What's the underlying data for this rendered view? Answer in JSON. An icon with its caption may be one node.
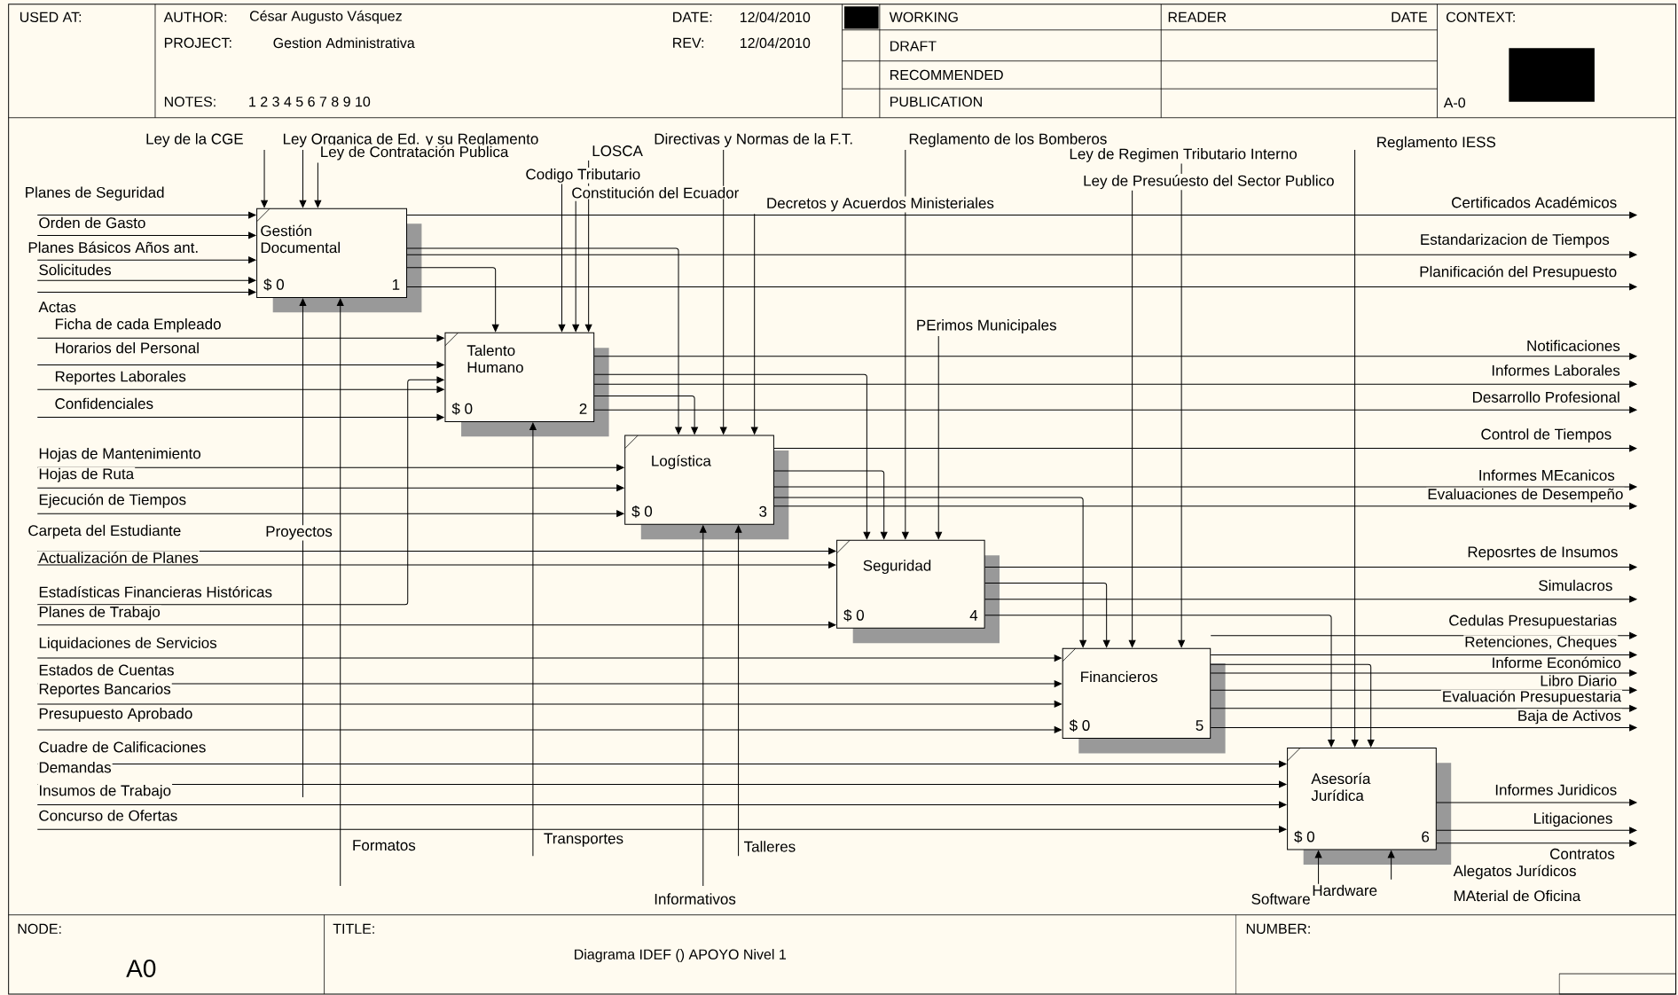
{
  "diagram": {
    "title": "Diagrama IDEF () APOYO Nivel 1",
    "nodes": [
      {
        "text": [
          "Gestión Documental",
          "$ 0",
          "1"
        ]
      },
      {
        "text": [
          "Talento Humano",
          "$ 0",
          "2"
        ]
      },
      {
        "text": [
          "Logística",
          "$ 0",
          "3"
        ]
      },
      {
        "text": [
          "Seguridad",
          "$ 0",
          "4"
        ]
      },
      {
        "text": [
          "Financieros",
          "$ 0",
          "5"
        ]
      },
      {
        "text": [
          "Asesoría Jurídica",
          "$ 0",
          "6"
        ]
      }
    ],
    "edges": [
      {
        "from": null,
        "to": 0,
        "arrow": "to",
        "label": "Planes de Seguridad"
      },
      {
        "from": null,
        "to": 0,
        "arrow": "to",
        "label": "Orden de Gasto"
      },
      {
        "from": null,
        "to": 0,
        "arrow": "to",
        "label": "Planes Básicos Años ant."
      },
      {
        "from": null,
        "to": 0,
        "arrow": "to",
        "label": "Solicitudes"
      },
      {
        "from": null,
        "to": 0,
        "arrow": "to",
        "label": "Actas"
      },
      {
        "from": null,
        "to": 1,
        "arrow": "to",
        "label": "Ficha de cada Empleado"
      },
      {
        "from": null,
        "to": 1,
        "arrow": "to",
        "label": "Horarios del Personal"
      },
      {
        "from": null,
        "to": 1,
        "arrow": "to",
        "label": "Reportes Laborales"
      },
      {
        "from": null,
        "to": 1,
        "arrow": "to",
        "label": "Confidenciales"
      },
      {
        "from": null,
        "to": 2,
        "arrow": "to",
        "label": "Hojas de Mantenimiento"
      },
      {
        "from": null,
        "to": 2,
        "arrow": "to",
        "label": "Hojas de Ruta"
      },
      {
        "from": null,
        "to": 2,
        "arrow": "to",
        "label": "Ejecución de Tiempos"
      },
      {
        "from": null,
        "to": 3,
        "arrow": "to",
        "label": "Carpeta del Estudiante"
      },
      {
        "from": null,
        "to": 3,
        "arrow": "to",
        "label": "Actualización de Planes"
      },
      {
        "from": null,
        "to": 0,
        "arrow": "to",
        "label": "Proyectos"
      },
      {
        "from": null,
        "to": 1,
        "arrow": "to",
        "label": "Estadísticas Financieras Históricas"
      },
      {
        "from": null,
        "to": 3,
        "arrow": "to",
        "label": "Planes de Trabajo"
      },
      {
        "from": null,
        "to": 4,
        "arrow": "to",
        "label": "Liquidaciones de Servicios"
      },
      {
        "from": null,
        "to": 4,
        "arrow": "to",
        "label": "Estados de Cuentas"
      },
      {
        "from": null,
        "to": 4,
        "arrow": "to",
        "label": "Reportes Bancarios"
      },
      {
        "from": null,
        "to": 4,
        "arrow": "to",
        "label": "Presupuesto Aprobado"
      },
      {
        "from": null,
        "to": 5,
        "arrow": "to",
        "label": "Cuadre de Calificaciones"
      },
      {
        "from": null,
        "to": 5,
        "arrow": "to",
        "label": "Demandas"
      },
      {
        "from": null,
        "to": 5,
        "arrow": "to",
        "label": "Insumos de Trabajo"
      },
      {
        "from": null,
        "to": 5,
        "arrow": "to",
        "label": "Concurso de Ofertas"
      },
      {
        "from": null,
        "to": 0,
        "arrow": "to",
        "label": "Ley de la CGE"
      },
      {
        "from": null,
        "to": 0,
        "arrow": "to",
        "label": "Ley Organica de Ed. y su Reglamento"
      },
      {
        "from": null,
        "to": 0,
        "arrow": "to",
        "label": "Ley de Contratación Publica"
      },
      {
        "from": null,
        "to": 1,
        "arrow": "to",
        "label": "LOSCA"
      },
      {
        "from": null,
        "to": 1,
        "arrow": "to",
        "label": "Codigo Tributario"
      },
      {
        "from": null,
        "to": 1,
        "arrow": "to",
        "label": "Constitución del Ecuador"
      },
      {
        "from": null,
        "to": 2,
        "arrow": "to",
        "label": "Directivas y Normas de la F.T."
      },
      {
        "from": null,
        "to": 2,
        "arrow": "to",
        "label": "Decretos y Acuerdos Ministeriales"
      },
      {
        "from": null,
        "to": 3,
        "arrow": "to",
        "label": "Reglamento de los Bomberos"
      },
      {
        "from": null,
        "to": 3,
        "arrow": "to",
        "label": "PErimos Municipales"
      },
      {
        "from": null,
        "to": 4,
        "arrow": "to",
        "label": "Ley de Regimen Tributario Interno"
      },
      {
        "from": null,
        "to": 4,
        "arrow": "to",
        "label": "Ley de Presuúesto del Sector Publico"
      },
      {
        "from": null,
        "to": 5,
        "arrow": "to",
        "label": "Reglamento IESS"
      },
      {
        "from": null,
        "to": 0,
        "arrow": "to",
        "label": "Formatos"
      },
      {
        "from": null,
        "to": 1,
        "arrow": "to",
        "label": "Transportes"
      },
      {
        "from": null,
        "to": 2,
        "arrow": "to",
        "label": "Talleres"
      },
      {
        "from": null,
        "to": 2,
        "arrow": "to",
        "label": "Informativos"
      },
      {
        "from": null,
        "to": 5,
        "arrow": "to",
        "label": "Software"
      },
      {
        "from": null,
        "to": 5,
        "arrow": "to",
        "label": "Hardware"
      },
      {
        "from": 0,
        "to": null,
        "arrow": "to",
        "label": "Certificados Académicos"
      },
      {
        "from": 0,
        "to": null,
        "arrow": "to",
        "label": "Estandarizacion de Tiempos"
      },
      {
        "from": 0,
        "to": null,
        "arrow": "to",
        "label": "Planificación del Presupuesto"
      },
      {
        "from": 1,
        "to": null,
        "arrow": "to",
        "label": "Notificaciones"
      },
      {
        "from": 1,
        "to": null,
        "arrow": "to",
        "label": "Informes Laborales"
      },
      {
        "from": 1,
        "to": null,
        "arrow": "to",
        "label": "Desarrollo Profesional"
      },
      {
        "from": 2,
        "to": null,
        "arrow": "to",
        "label": "Control de Tiempos"
      },
      {
        "from": 2,
        "to": null,
        "arrow": "to",
        "label": "Informes MEcanicos"
      },
      {
        "from": 2,
        "to": null,
        "arrow": "to",
        "label": "Evaluaciones de Desempeño"
      },
      {
        "from": 3,
        "to": null,
        "arrow": "to",
        "label": "Reposrtes de Insumos"
      },
      {
        "from": 3,
        "to": null,
        "arrow": "to",
        "label": "Simulacros"
      },
      {
        "from": 4,
        "to": null,
        "arrow": "to",
        "label": "Cedulas Presupuestarias"
      },
      {
        "from": 4,
        "to": null,
        "arrow": "to",
        "label": "Retenciones, Cheques"
      },
      {
        "from": 4,
        "to": null,
        "arrow": "to",
        "label": "Informe Económico"
      },
      {
        "from": 4,
        "to": null,
        "arrow": "to",
        "label": "Libro Diario"
      },
      {
        "from": 4,
        "to": null,
        "arrow": "to",
        "label": "Evaluación Presupuestaria"
      },
      {
        "from": 4,
        "to": null,
        "arrow": "to",
        "label": "Baja de Activos"
      },
      {
        "from": 5,
        "to": null,
        "arrow": "to",
        "label": "Informes Juridicos"
      },
      {
        "from": 5,
        "to": null,
        "arrow": "to",
        "label": "Litigaciones"
      },
      {
        "from": 5,
        "to": null,
        "arrow": "to",
        "label": "Contratos"
      },
      {
        "from": 0,
        "to": 1,
        "arrow": "to"
      },
      {
        "from": 0,
        "to": 2,
        "arrow": "to"
      },
      {
        "from": 1,
        "to": 2,
        "arrow": "to"
      },
      {
        "from": 1,
        "to": 3,
        "arrow": "to"
      },
      {
        "from": 2,
        "to": 3,
        "arrow": "to"
      },
      {
        "from": 2,
        "to": 4,
        "arrow": "to"
      },
      {
        "from": 3,
        "to": 4,
        "arrow": "to"
      },
      {
        "from": 3,
        "to": 5,
        "arrow": "to"
      },
      {
        "from": 4,
        "to": 5,
        "arrow": "to"
      }
    ],
    "labels": [
      "USED AT:",
      "AUTHOR:",
      "César Augusto Vásquez",
      "DATE:",
      "12/04/2010",
      "WORKING",
      "READER",
      "DATE",
      "CONTEXT:",
      "PROJECT:",
      "Gestion Administrativa",
      "REV:",
      "12/04/2010",
      "DRAFT",
      "RECOMMENDED",
      "NOTES:",
      "1 2 3 4 5 6 7 8 9 10",
      "PUBLICATION",
      "A-0",
      "Alegatos Jurídicos",
      "MAterial de Oficina",
      "NODE:",
      "A0",
      "TITLE:",
      "NUMBER:"
    ]
  }
}
